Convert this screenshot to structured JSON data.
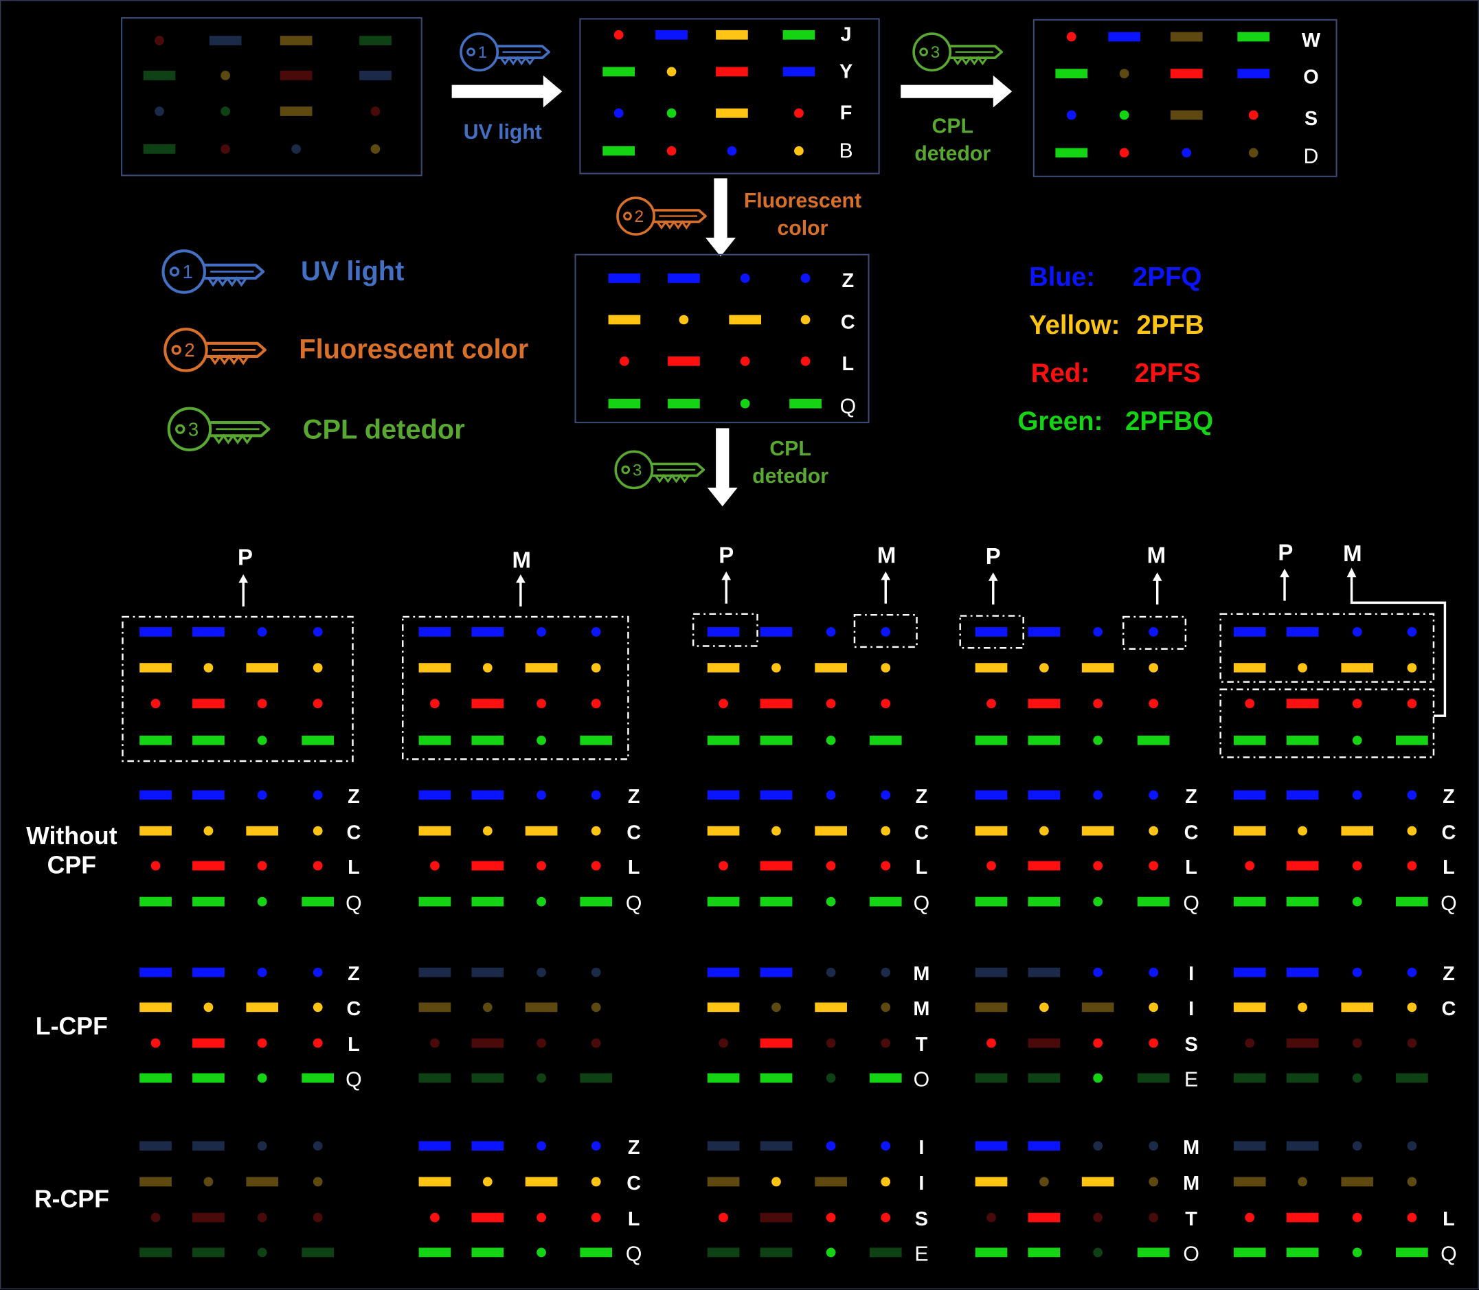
{
  "colors": {
    "blue": "#0a14ff",
    "yellow": "#ffc414",
    "red": "#ff1010",
    "green": "#14d414",
    "dim_blue": "#1c2a4a",
    "dim_yellow": "#5e4a10",
    "dim_red": "#4a0a0a",
    "dim_green": "#0e4214",
    "key_uv": "#4470c4",
    "key_fluor": "#d9702a",
    "key_cpl": "#58a832"
  },
  "keys": [
    {
      "number": "1",
      "label": "UV light",
      "icon": "key-icon"
    },
    {
      "number": "2",
      "label": "Fluorescent color",
      "icon": "key-icon"
    },
    {
      "number": "3",
      "label": "CPL detedor",
      "icon": "key-icon"
    }
  ],
  "arrows": {
    "uv_light": "UV light",
    "cpl_top_line1": "CPL",
    "cpl_top_line2": "detedor",
    "fluor_line1": "Fluorescent",
    "fluor_line2": "color",
    "cpl_mid_line1": "CPL",
    "cpl_mid_line2": "detedor"
  },
  "panels": {
    "uv_letters": [
      "J",
      "Y",
      "F",
      "B"
    ],
    "cpl_letters": [
      "W",
      "O",
      "S",
      "D"
    ],
    "fluor_letters": [
      "Z",
      "C",
      "L",
      "Q"
    ]
  },
  "color_codes": [
    {
      "name": "Blue:",
      "code": "2PFQ"
    },
    {
      "name": "Yellow:",
      "code": "2PFB"
    },
    {
      "name": "Red:",
      "code": "2PFS"
    },
    {
      "name": "Green:",
      "code": "2PFBQ"
    }
  ],
  "row_labels": {
    "without_line1": "Without",
    "without_line2": "CPF",
    "lcpf": "L-CPF",
    "rcpf": "R-CPF"
  },
  "selectors": {
    "p": "P",
    "m": "M"
  },
  "columns": [
    {
      "without": [
        "Z",
        "C",
        "L",
        "Q"
      ],
      "lcpf": [
        "Z",
        "C",
        "L",
        "Q"
      ],
      "rcpf": [
        "",
        "",
        "",
        ""
      ]
    },
    {
      "without": [
        "Z",
        "C",
        "L",
        "Q"
      ],
      "lcpf": [
        "",
        "",
        "",
        ""
      ],
      "rcpf": [
        "Z",
        "C",
        "L",
        "Q"
      ]
    },
    {
      "without": [
        "Z",
        "C",
        "L",
        "Q"
      ],
      "lcpf": [
        "M",
        "M",
        "T",
        "O"
      ],
      "rcpf": [
        "I",
        "I",
        "S",
        "E"
      ]
    },
    {
      "without": [
        "Z",
        "C",
        "L",
        "Q"
      ],
      "lcpf": [
        "I",
        "I",
        "S",
        "E"
      ],
      "rcpf": [
        "M",
        "M",
        "T",
        "O"
      ]
    },
    {
      "without": [
        "Z",
        "C",
        "L",
        "Q"
      ],
      "lcpf": [
        "Z",
        "C",
        "",
        ""
      ],
      "rcpf": [
        "",
        "",
        "L",
        "Q"
      ]
    }
  ]
}
